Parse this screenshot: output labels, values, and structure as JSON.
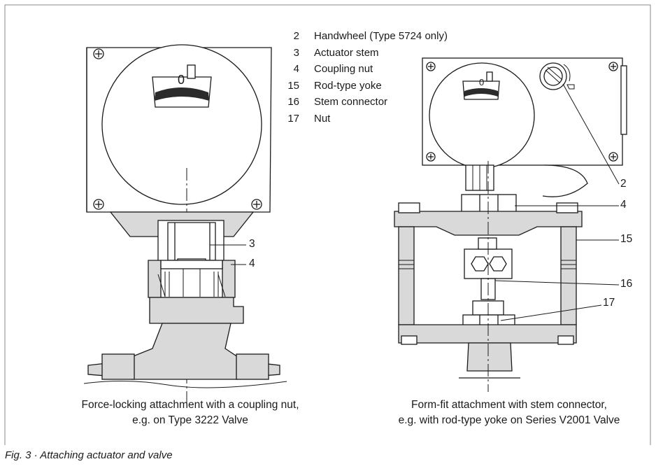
{
  "legend": [
    {
      "num": "2",
      "label": "Handwheel (Type 5724 only)"
    },
    {
      "num": "3",
      "label": "Actuator stem"
    },
    {
      "num": "4",
      "label": "Coupling nut"
    },
    {
      "num": "15",
      "label": "Rod-type yoke"
    },
    {
      "num": "16",
      "label": "Stem connector"
    },
    {
      "num": "17",
      "label": "Nut"
    }
  ],
  "dial_mark": "0",
  "left_view": {
    "caption_line1": "Force-locking attachment with a coupling nut,",
    "caption_line2": "e.g. on Type 3222 Valve",
    "callouts": {
      "stem": "3",
      "nut": "4"
    }
  },
  "right_view": {
    "caption_line1": "Form-fit attachment with stem connector,",
    "caption_line2": "e.g. with rod-type yoke on Series V2001 Valve",
    "callouts": {
      "handwheel": "2",
      "nut": "4",
      "yoke": "15",
      "connector": "16",
      "lower_nut": "17"
    }
  },
  "figure_caption": "Fig. 3 · Attaching actuator and valve",
  "colors": {
    "line": "#1a1a1a",
    "fill": "#d9d9d9",
    "dark": "#2b2b2b",
    "border": "#8a8a8a"
  }
}
